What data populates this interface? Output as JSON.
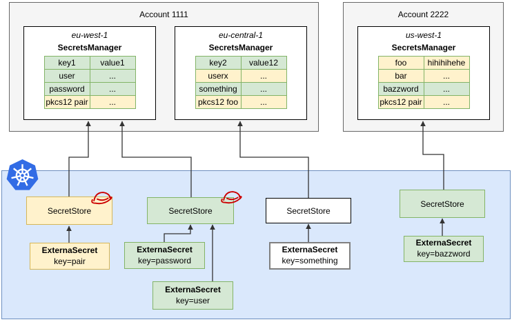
{
  "accounts": [
    {
      "title": "Account 1111",
      "regions": [
        {
          "name": "eu-west-1",
          "service": "SecretsManager",
          "rows": [
            {
              "key": "key1",
              "value": "value1",
              "color": "green"
            },
            {
              "key": "user",
              "value": "...",
              "color": "green"
            },
            {
              "key": "password",
              "value": "...",
              "color": "green"
            },
            {
              "key": "pkcs12 pair",
              "value": "...",
              "color": "yellow"
            }
          ]
        },
        {
          "name": "eu-central-1",
          "service": "SecretsManager",
          "rows": [
            {
              "key": "key2",
              "value": "value12",
              "color": "green"
            },
            {
              "key": "userx",
              "value": "...",
              "color": "yellow"
            },
            {
              "key": "something",
              "value": "...",
              "color": "green"
            },
            {
              "key": "pkcs12 foo",
              "value": "...",
              "color": "yellow"
            }
          ]
        }
      ]
    },
    {
      "title": "Account 2222",
      "regions": [
        {
          "name": "us-west-1",
          "service": "SecretsManager",
          "rows": [
            {
              "key": "foo",
              "value": "hihihihehe",
              "color": "yellow"
            },
            {
              "key": "bar",
              "value": "...",
              "color": "yellow"
            },
            {
              "key": "bazzword",
              "value": "...",
              "color": "green"
            },
            {
              "key": "pkcs12 pair",
              "value": "...",
              "color": "yellow"
            }
          ]
        }
      ]
    }
  ],
  "kubernetes": {
    "cluster_icon": "kubernetes-icon",
    "secret_stores": [
      {
        "label": "SecretStore",
        "color": "yellow",
        "annotation_icon": "redhat-icon"
      },
      {
        "label": "SecretStore",
        "color": "green",
        "annotation_icon": "redhat-icon"
      },
      {
        "label": "SecretStore",
        "color": "white",
        "annotation_icon": ""
      },
      {
        "label": "SecretStore",
        "color": "green",
        "annotation_icon": ""
      }
    ],
    "external_secrets": [
      {
        "name": "ExternaSecret",
        "key": "key=pair",
        "color": "yellow"
      },
      {
        "name": "ExternaSecret",
        "key": "key=password",
        "color": "green"
      },
      {
        "name": "ExternaSecret",
        "key": "key=user",
        "color": "green"
      },
      {
        "name": "ExternaSecret",
        "key": "key=something",
        "color": "white"
      },
      {
        "name": "ExternaSecret",
        "key": "key=bazzword",
        "color": "green"
      }
    ]
  },
  "colors": {
    "green_fill": "#d5e8d4",
    "green_border": "#82b366",
    "yellow_fill": "#fff2cc",
    "yellow_border": "#d6b656",
    "k8s_area_fill": "#dae8fc",
    "k8s_area_border": "#6c8ebf",
    "account_fill": "#f5f5f5",
    "account_border": "#666666",
    "kubernetes_blue": "#326ce5",
    "redhat_red": "#cc0000",
    "connector": "#333333"
  }
}
